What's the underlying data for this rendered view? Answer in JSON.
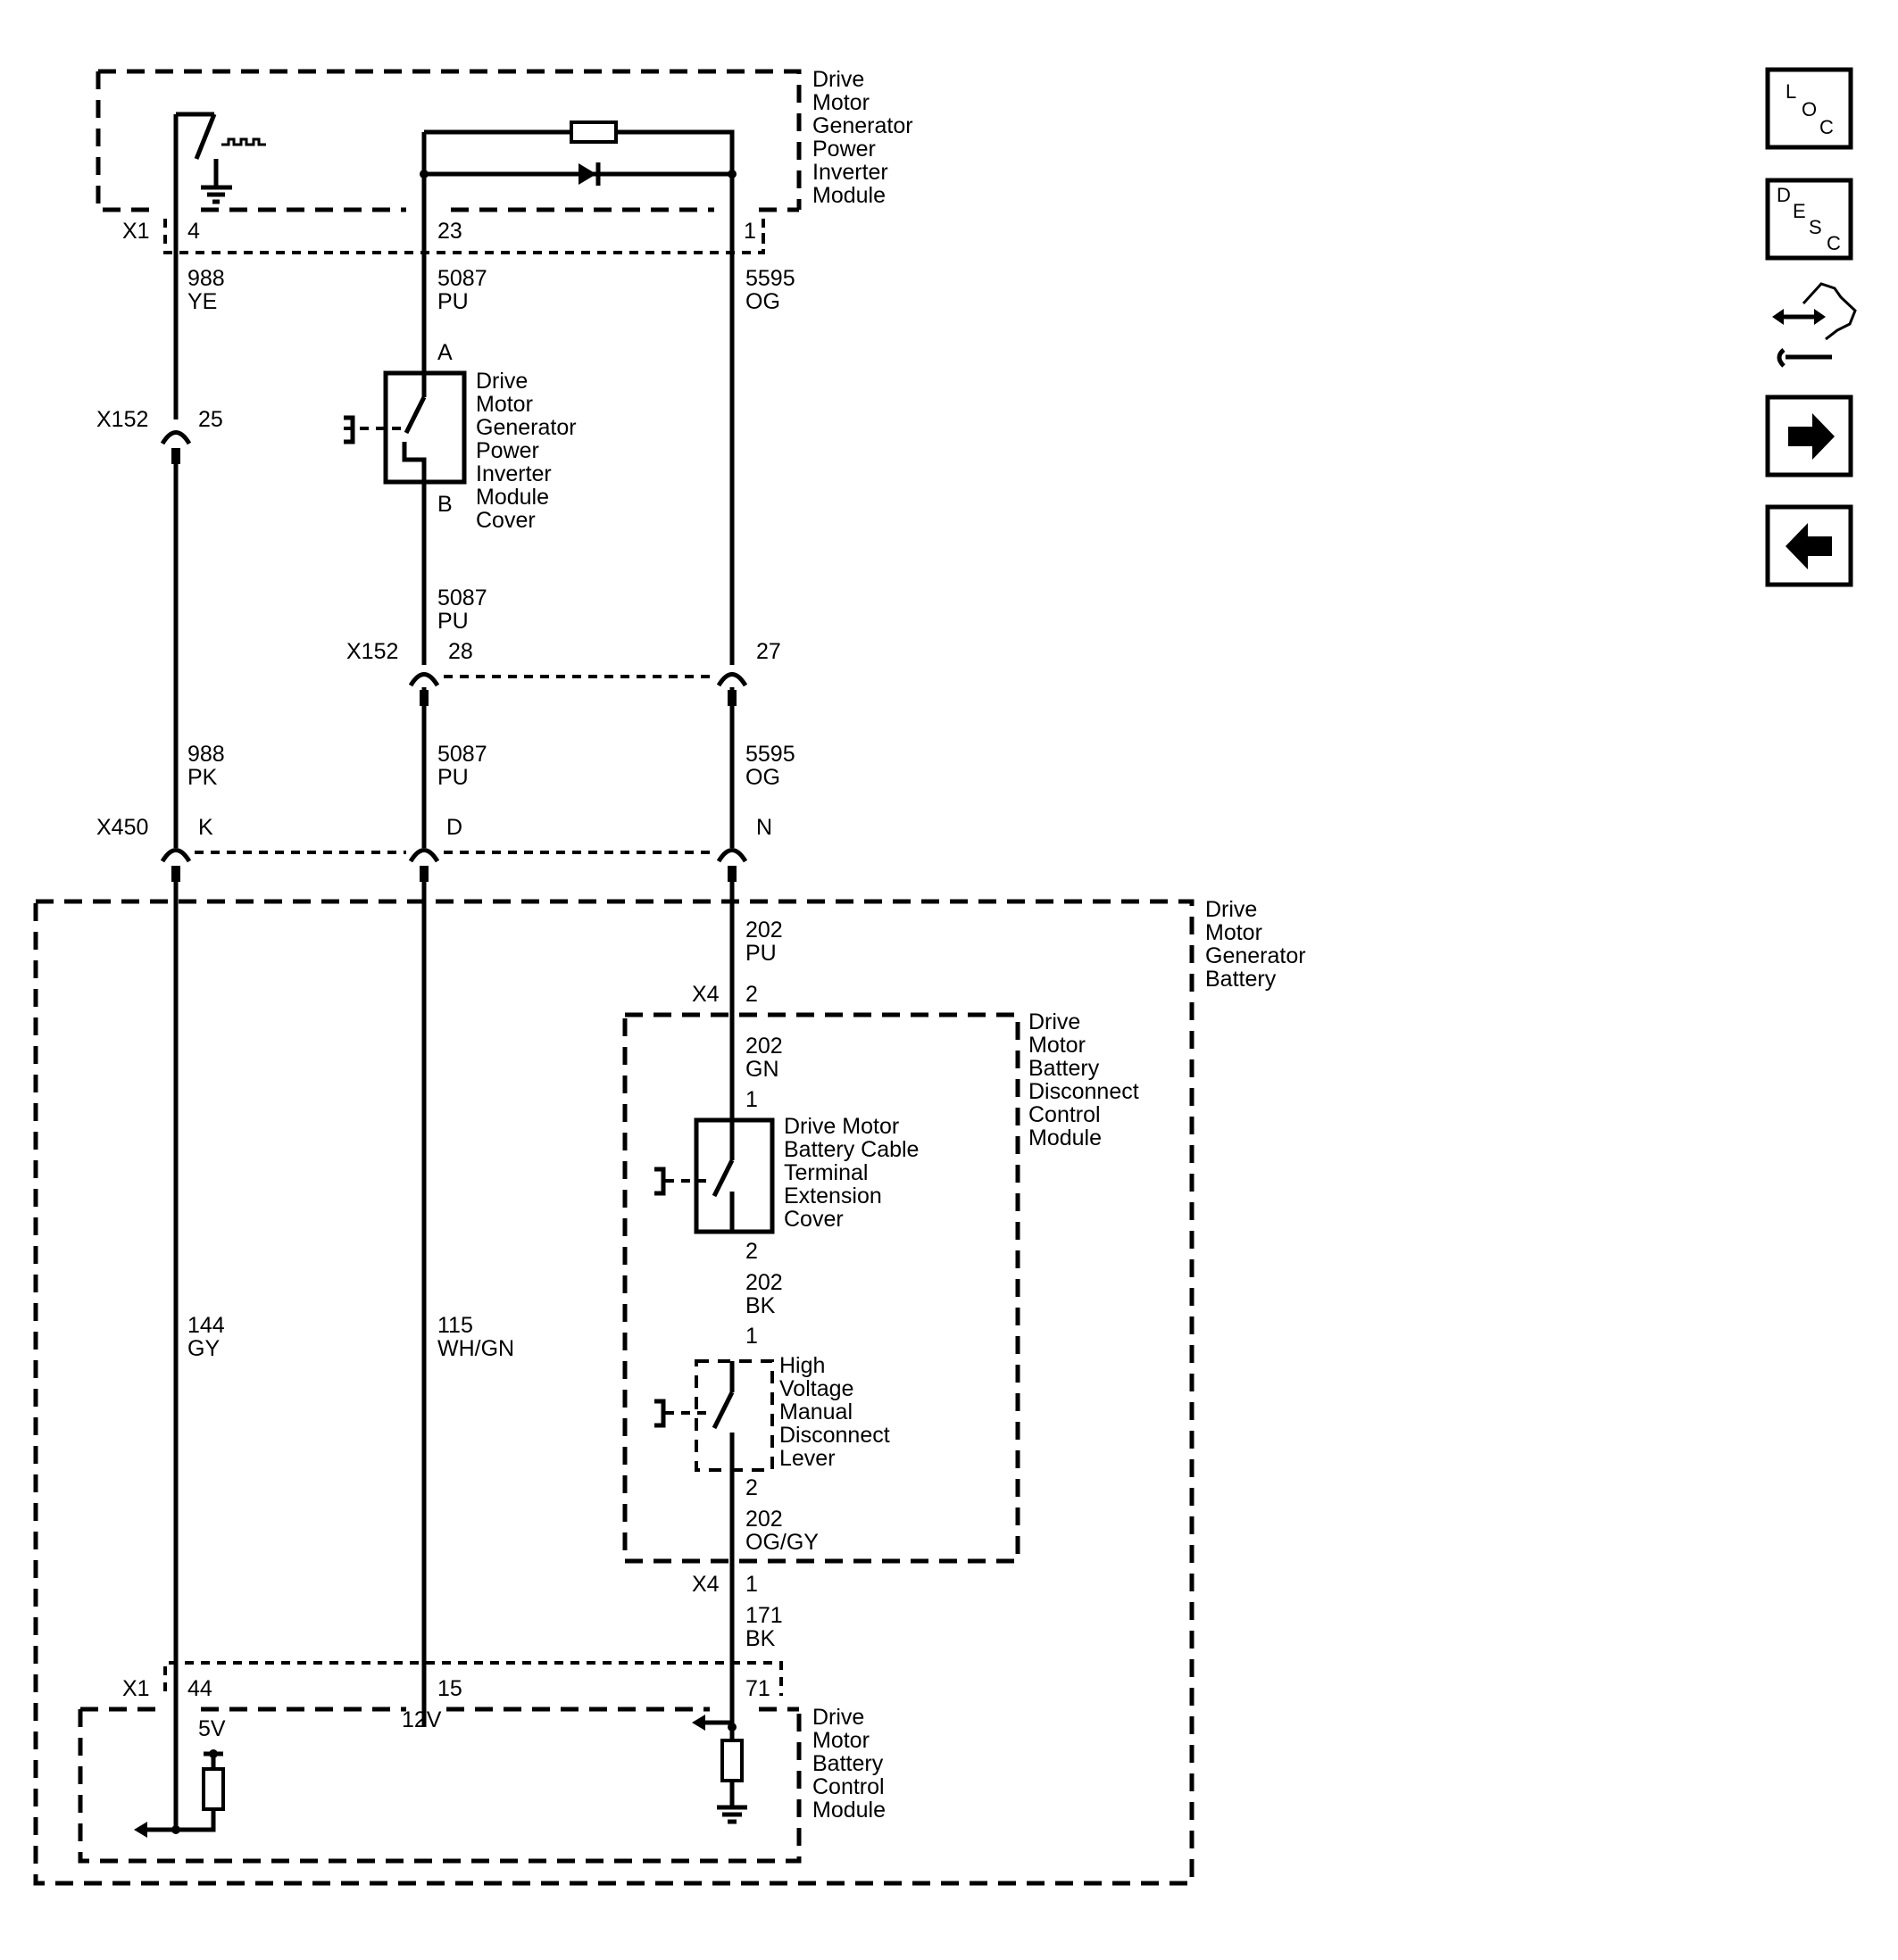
{
  "modules": {
    "inverter": [
      "Drive",
      "Motor",
      "Generator",
      "Power",
      "Inverter",
      "Module"
    ],
    "inverter_cover": [
      "Drive",
      "Motor",
      "Generator",
      "Power",
      "Inverter",
      "Module",
      "Cover"
    ],
    "battery": [
      "Drive",
      "Motor",
      "Generator",
      "Battery"
    ],
    "disconnect": [
      "Drive",
      "Motor",
      "Battery",
      "Disconnect",
      "Control",
      "Module"
    ],
    "cable_cover": [
      "Drive Motor",
      "Battery Cable",
      "Terminal",
      "Extension",
      "Cover"
    ],
    "manual_lever": [
      "High",
      "Voltage",
      "Manual",
      "Disconnect",
      "Lever"
    ],
    "battery_control": [
      "Drive",
      "Motor",
      "Battery",
      "Control",
      "Module"
    ]
  },
  "connectors": {
    "x1": "X1",
    "x152": "X152",
    "x450": "X450",
    "x4": "X4"
  },
  "pins": {
    "inv_4": "4",
    "inv_23": "23",
    "inv_1": "1",
    "x152_25": "25",
    "x152_28": "28",
    "x152_27": "27",
    "cover_a": "A",
    "cover_b": "B",
    "x450_k": "K",
    "x450_d": "D",
    "x450_n": "N",
    "x4_2": "2",
    "sw1_1": "1",
    "sw1_2": "2",
    "sw2_1": "1",
    "sw2_2": "2",
    "x4_1": "1",
    "bcm_44": "44",
    "bcm_15": "15",
    "bcm_71": "71"
  },
  "wires": {
    "w988_ye": [
      "988",
      "YE"
    ],
    "w5087_a": [
      "5087",
      "PU"
    ],
    "w5595_a": [
      "5595",
      "OG"
    ],
    "w5087_b": [
      "5087",
      "PU"
    ],
    "w988_pk": [
      "988",
      "PK"
    ],
    "w5087_c": [
      "5087",
      "PU"
    ],
    "w5595_b": [
      "5595",
      "OG"
    ],
    "w202_pu": [
      "202",
      "PU"
    ],
    "w202_gn": [
      "202",
      "GN"
    ],
    "w202_bk": [
      "202",
      "BK"
    ],
    "w202_oggy": [
      "202",
      "OG/GY"
    ],
    "w171_bk": [
      "171",
      "BK"
    ],
    "w144_gy": [
      "144",
      "GY"
    ],
    "w115_whgn": [
      "115",
      "WH/GN"
    ]
  },
  "voltages": {
    "v5": "5V",
    "v12": "12V"
  },
  "nav": {
    "loc": [
      "L",
      "O",
      "C"
    ],
    "desc": [
      "D",
      "E",
      "S",
      "C"
    ],
    "swap_icon": "connector-swap-icon",
    "next_icon": "arrow-right-icon",
    "prev_icon": "arrow-left-icon"
  }
}
